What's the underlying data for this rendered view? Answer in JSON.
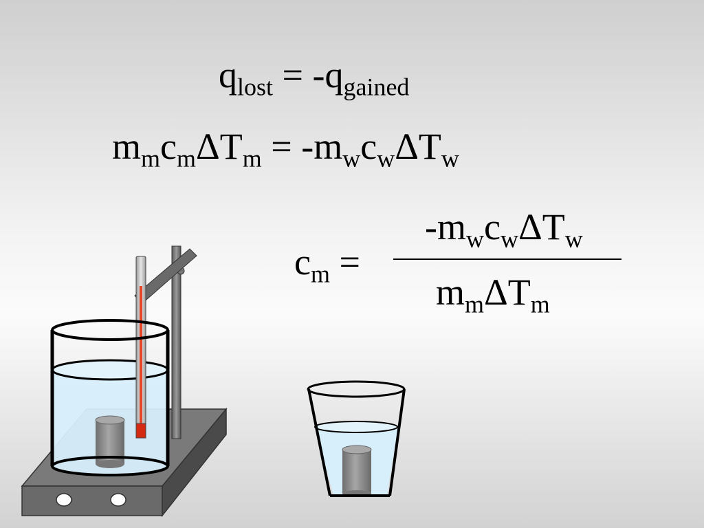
{
  "equations": {
    "heat_balance": {
      "q1": "q",
      "q1_sub": "lost",
      "equals": " = ",
      "q2": "-q",
      "q2_sub": "gained"
    },
    "expanded": {
      "m": "m",
      "m_sub": "m",
      "c": "c",
      "c_sub": "m",
      "dT": "ΔT",
      "dT_sub": "m",
      "equals": " = ",
      "m2": "-m",
      "m2_sub": "w",
      "c2": "c",
      "c2_sub": "w",
      "dT2": "ΔT",
      "dT2_sub": "w"
    },
    "solved": {
      "lhs": "c",
      "lhs_sub": "m",
      "equals": " = ",
      "num_m": "-m",
      "num_m_sub": "w",
      "num_c": "c",
      "num_c_sub": "w",
      "num_dT": "ΔT",
      "num_dT_sub": "w",
      "den_m": "m",
      "den_m_sub": "m",
      "den_dT": "ΔT",
      "den_dT_sub": "m"
    }
  },
  "colors": {
    "water": "#d7eefb",
    "metal": "#8c8c8c",
    "hotplate": "#6f6f6f",
    "thermometer_liquid": "#e8442a",
    "thermometer_bulb": "#d42a12"
  },
  "icons": {
    "hot_beaker": "beaker-with-hot-water-icon",
    "cold_cup": "cup-with-water-icon",
    "thermometer": "thermometer-icon",
    "hotplate": "hotplate-icon"
  }
}
